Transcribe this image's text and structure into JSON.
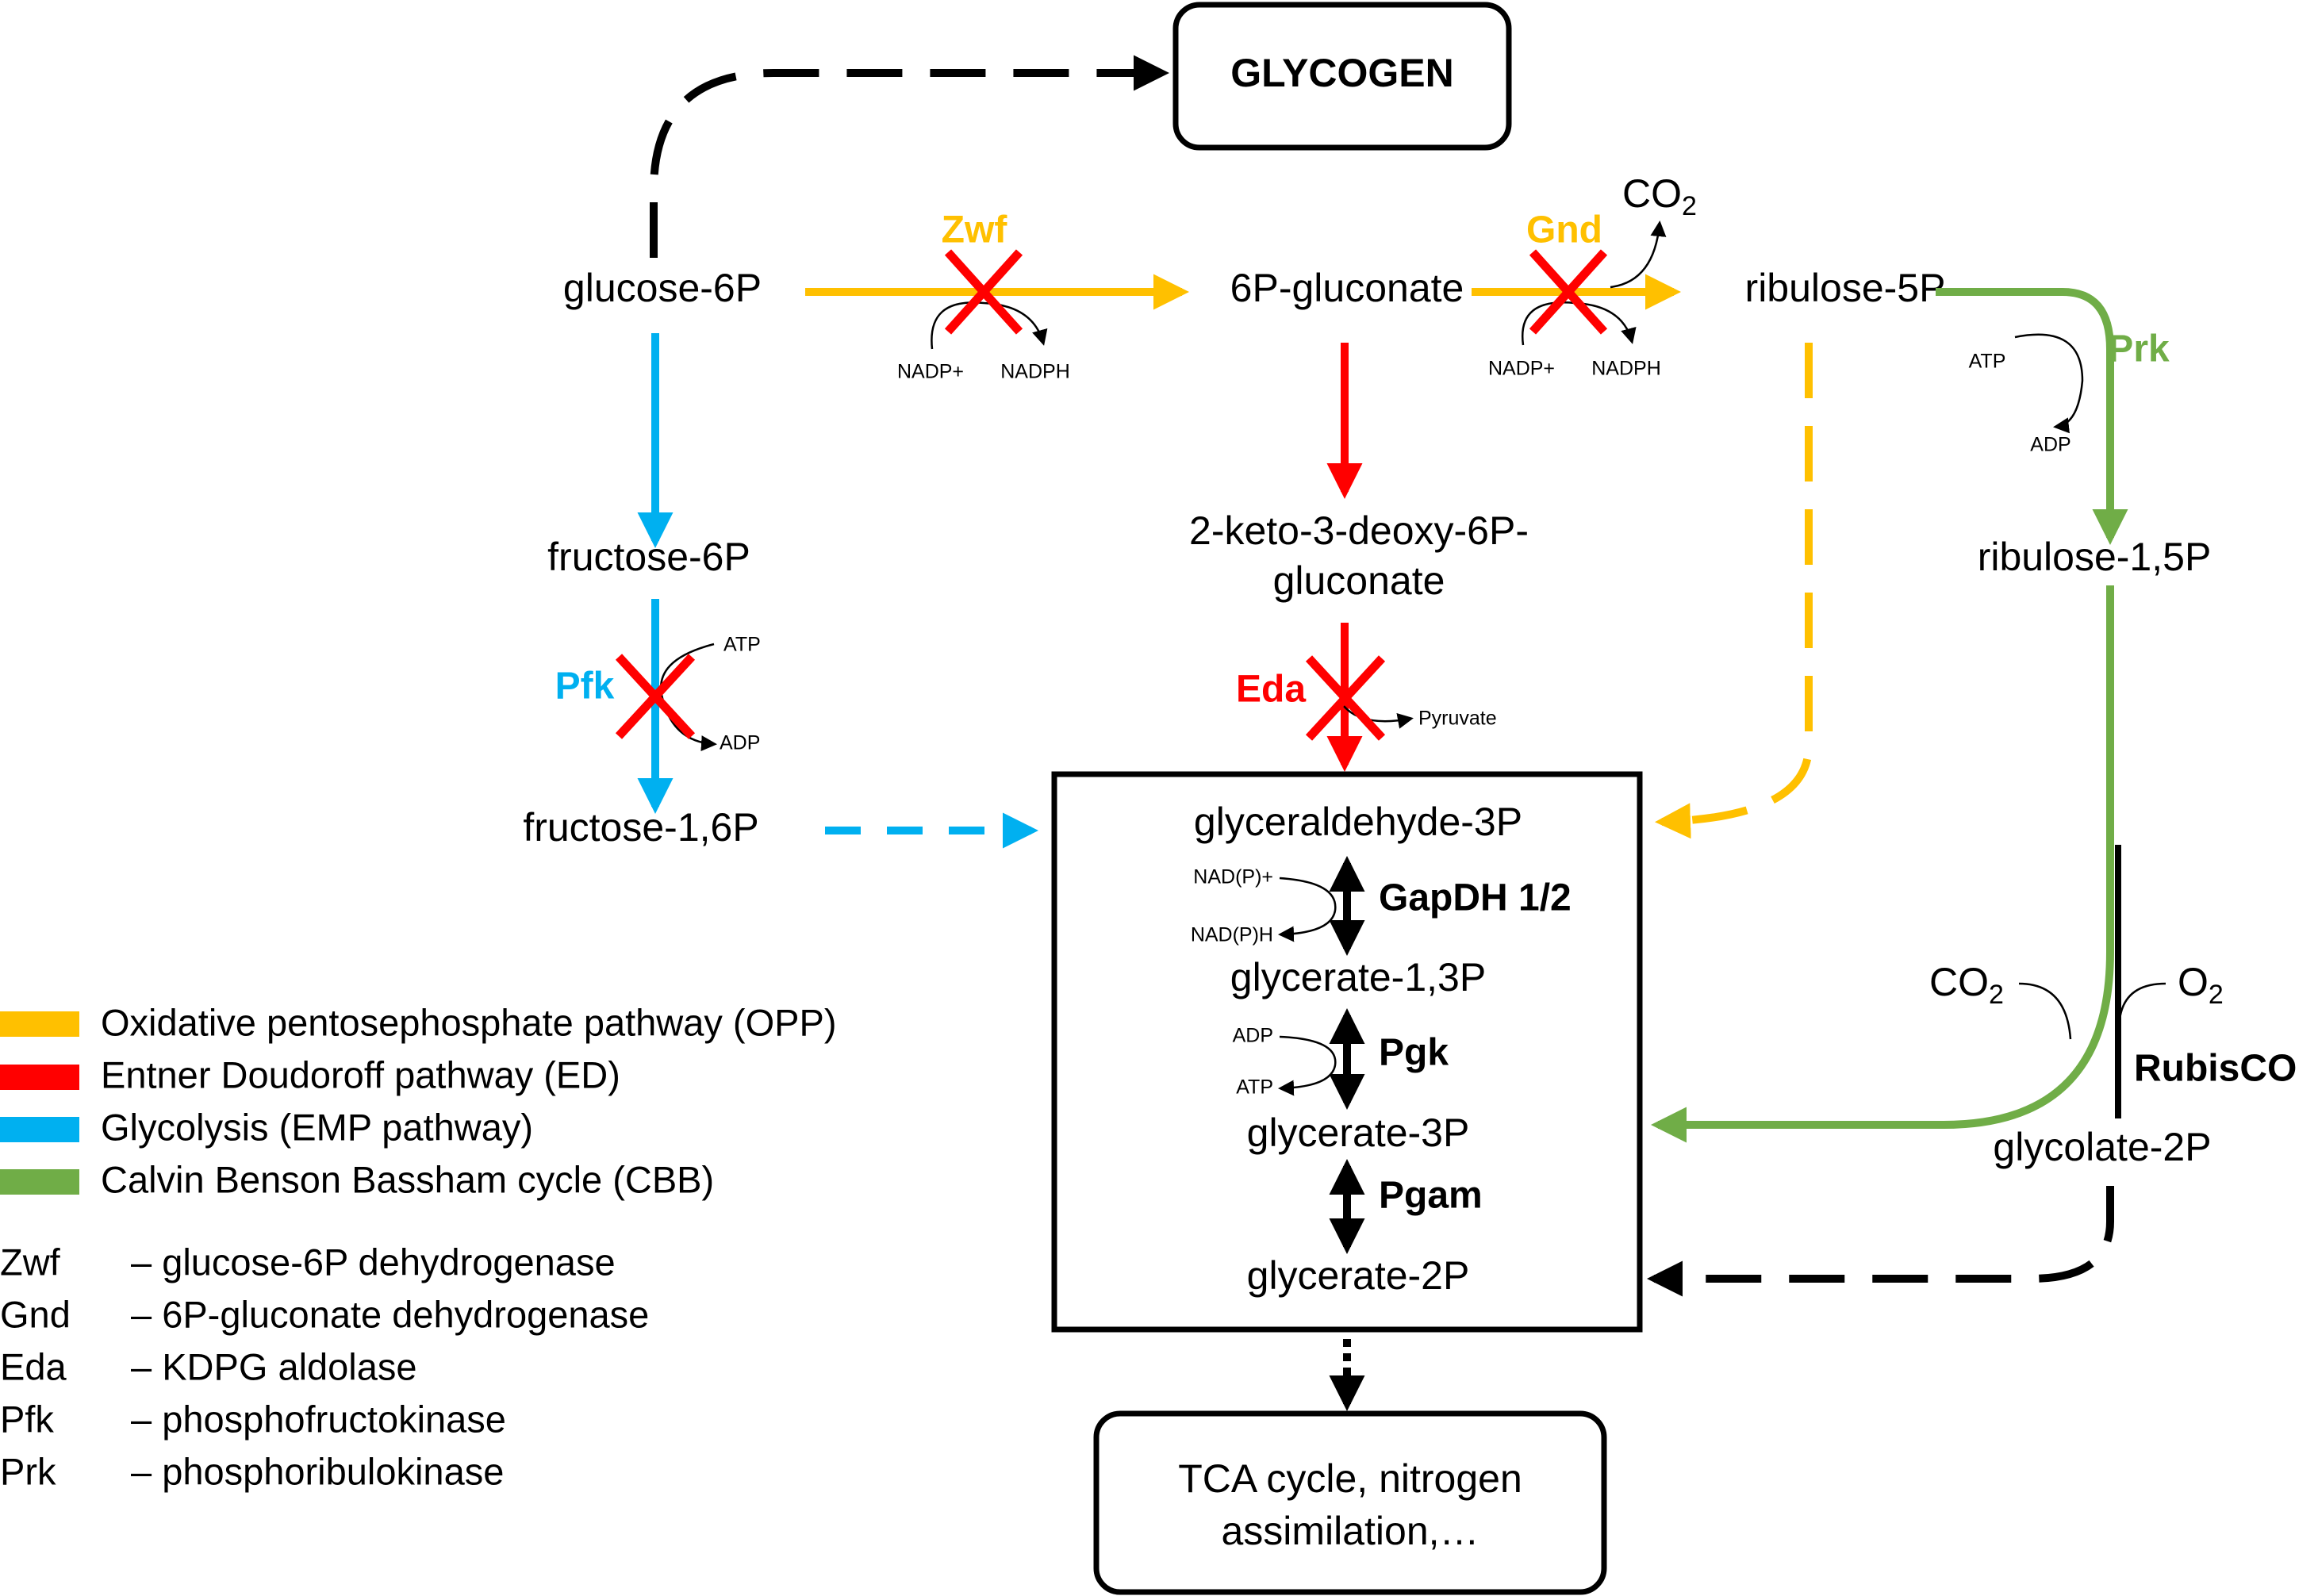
{
  "metabolites": {
    "glycogen": "GLYCOGEN",
    "glucose_6p": "glucose-6P",
    "gluconate_6p": "6P-gluconate",
    "ribulose_5p": "ribulose-5P",
    "fructose_6p": "fructose-6P",
    "kdpg_line1": "2-keto-3-deoxy-6P-",
    "kdpg_line2": "gluconate",
    "ribulose_15p": "ribulose-1,5P",
    "fructose_16p": "fructose-1,6P",
    "gap": "glyceraldehyde-3P",
    "g13p": "glycerate-1,3P",
    "g3p": "glycerate-3P",
    "g2p": "glycerate-2P",
    "glycolate_2p": "glycolate-2P",
    "tca_line1": "TCA cycle, nitrogen",
    "tca_line2": "assimilation,…"
  },
  "enzymes": {
    "zwf": "Zwf",
    "gnd": "Gnd",
    "prk": "Prk",
    "pfk": "Pfk",
    "eda": "Eda",
    "gapdh": "GapDH 1/2",
    "pgk": "Pgk",
    "pgam": "Pgam",
    "rubisco": "RubisCO"
  },
  "cofactors": {
    "nadp_plus": "NADP+",
    "nadph": "NADPH",
    "co2_base": "CO",
    "o2_base": "O",
    "sub_2": "2",
    "atp": "ATP",
    "adp": "ADP",
    "pyruvate": "Pyruvate",
    "nadp_plus_paren": "NAD(P)+",
    "nadph_paren": "NAD(P)H"
  },
  "legend": {
    "pathways": [
      {
        "label": "Oxidative pentosephosphate pathway (OPP)",
        "color": "#FFC000"
      },
      {
        "label": "Entner Doudoroff pathway (ED)",
        "color": "#FF0000"
      },
      {
        "label": "Glycolysis (EMP pathway)",
        "color": "#00B0F0"
      },
      {
        "label": "Calvin Benson Bassham cycle (CBB)",
        "color": "#70AD47"
      }
    ],
    "abbreviations": [
      {
        "abbr": "Zwf",
        "desc": "– glucose-6P dehydrogenase"
      },
      {
        "abbr": "Gnd",
        "desc": "– 6P-gluconate dehydrogenase"
      },
      {
        "abbr": "Eda",
        "desc": "– KDPG aldolase"
      },
      {
        "abbr": "Pfk",
        "desc": "– phosphofructokinase"
      },
      {
        "abbr": "Prk",
        "desc": "– phosphoribulokinase"
      }
    ]
  },
  "colors": {
    "opp": "#FFC000",
    "ed": "#FF0000",
    "emp": "#00B0F0",
    "cbb": "#70AD47",
    "knockout": "#FF0000",
    "default": "#000000"
  }
}
